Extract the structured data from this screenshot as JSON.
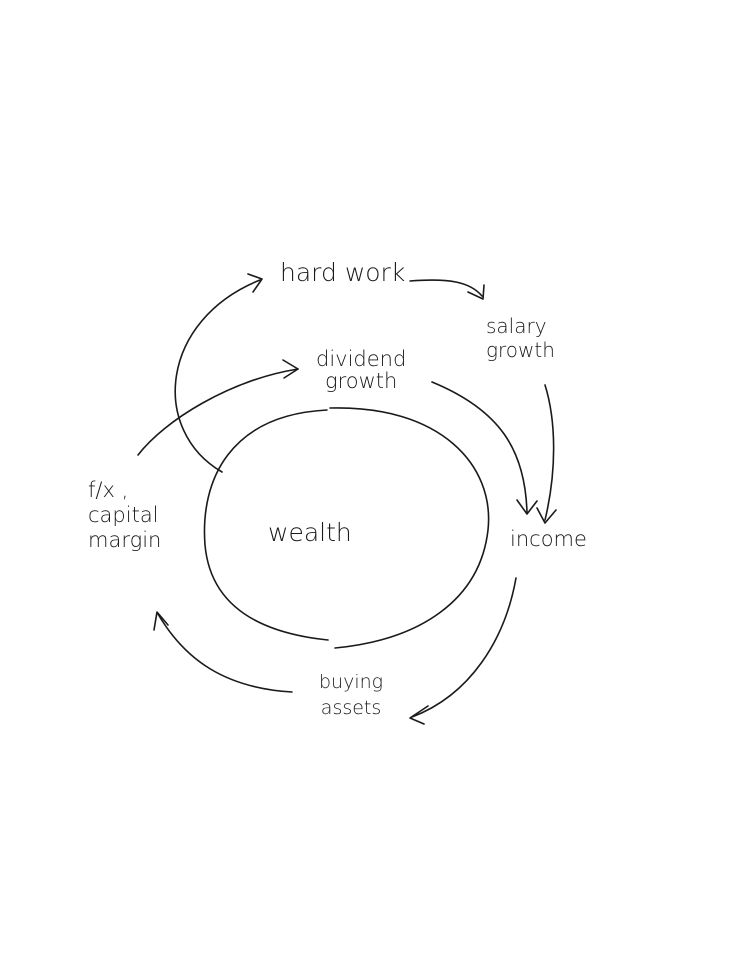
{
  "diagram": {
    "center": {
      "label": "wealth"
    },
    "nodes": [
      {
        "id": "hard-work",
        "label": "hard work"
      },
      {
        "id": "salary-growth",
        "label": "salary\ngrowth"
      },
      {
        "id": "dividend-growth",
        "label": "dividend\ngrowth"
      },
      {
        "id": "income",
        "label": "income"
      },
      {
        "id": "buying-assets",
        "label": "buying\nassets"
      },
      {
        "id": "fx-capital-margin",
        "label": "f/x ,\ncapital\nmargin"
      }
    ],
    "edges": [
      {
        "from": "hard-work",
        "to": "salary-growth"
      },
      {
        "from": "salary-growth",
        "to": "income"
      },
      {
        "from": "dividend-growth",
        "to": "income"
      },
      {
        "from": "income",
        "to": "buying-assets"
      },
      {
        "from": "buying-assets",
        "to": "fx-capital-margin"
      },
      {
        "from": "fx-capital-margin",
        "to": "dividend-growth"
      },
      {
        "from": "wealth",
        "to": "hard-work"
      }
    ],
    "colors": {
      "ink": "#1a1a1a",
      "background": "#ffffff"
    }
  }
}
